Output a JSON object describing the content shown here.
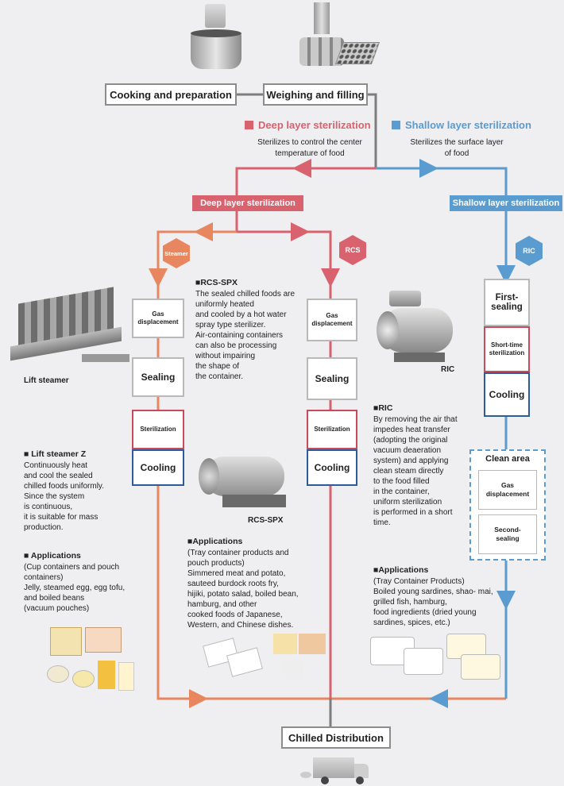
{
  "top": {
    "cooking": "Cooking and preparation",
    "weighing": "Weighing and filling"
  },
  "legend": {
    "deep": "Deep layer sterilization",
    "shallow": "Shallow layer sterilization"
  },
  "notes": {
    "deep": "Sterilizes to control the center\ntemperature of food",
    "shallow": "Sterilizes the surface layer\nof food"
  },
  "banners": {
    "deep": "Deep layer sterilization",
    "shallow": "Shallow layer sterilization"
  },
  "hex": {
    "steamer": "Steamer",
    "rcs": "RCS",
    "ric": "RIC"
  },
  "left_col": {
    "gas": "Gas\ndisplacement",
    "sealing": "Sealing",
    "sterilization": "Sterilization",
    "cooling": "Cooling"
  },
  "mid_col": {
    "gas": "Gas\ndisplacement",
    "sealing": "Sealing",
    "sterilization": "Sterilization",
    "cooling": "Cooling"
  },
  "right_col": {
    "first_sealing": "First-\nsealing",
    "short_time": "Short-time\nsterilization",
    "cooling": "Cooling"
  },
  "clean_area": {
    "title": "Clean area",
    "gas": "Gas\ndisplacement",
    "second": "Second-\nsealing"
  },
  "labels": {
    "lift_steamer": "Lift steamer",
    "rcs_spx": "RCS-SPX",
    "ric": "RIC"
  },
  "rcs_spx_desc": {
    "head": "■RCS-SPX",
    "body": "The sealed chilled foods are\nuniformly heated\nand cooled by a hot water\nspray type sterilizer.\nAir-containing containers\ncan also be processing\nwithout impairing\nthe shape of\nthe container."
  },
  "ric_desc": {
    "head": "■RIC",
    "body": "By removing the air that\nimpedes heat transfer\n(adopting the original\nvacuum deaeration\nsystem) and applying\nclean steam directly\nto the food filled\nin the container,\nuniform sterilization\nis performed in a short\ntime."
  },
  "lift_desc": {
    "head": "■ Lift steamer Z",
    "body": "Continuously heat\nand cool the sealed\nchilled foods uniformly.\nSince the system\nis continuous,\nit is suitable for mass\nproduction."
  },
  "apps_left": {
    "head": "■ Applications",
    "body": "(Cup containers and pouch\ncontainers)\nJelly, steamed egg, egg tofu,\nand boiled beans\n(vacuum pouches)"
  },
  "apps_mid": {
    "head": "■Applications",
    "body": "(Tray container products and\npouch products)\nSimmered meat and potato,\nsauteed burdock roots fry,\nhijiki, potato salad, boiled bean,\nhamburg, and other\ncooked foods of Japanese,\nWestern, and Chinese dishes."
  },
  "apps_right": {
    "head": "■Applications",
    "body": "(Tray Container Products)\nBoiled young sardines, shao- mai,\ngrilled fish, hamburg,\nfood ingredients (dried young\nsardines, spices, etc.)"
  },
  "bottom": {
    "chilled": "Chilled Distribution"
  },
  "colors": {
    "deep": "#d9626f",
    "orange": "#e8875f",
    "shallow": "#5a9bd0",
    "grey": "#7d7d7d"
  }
}
